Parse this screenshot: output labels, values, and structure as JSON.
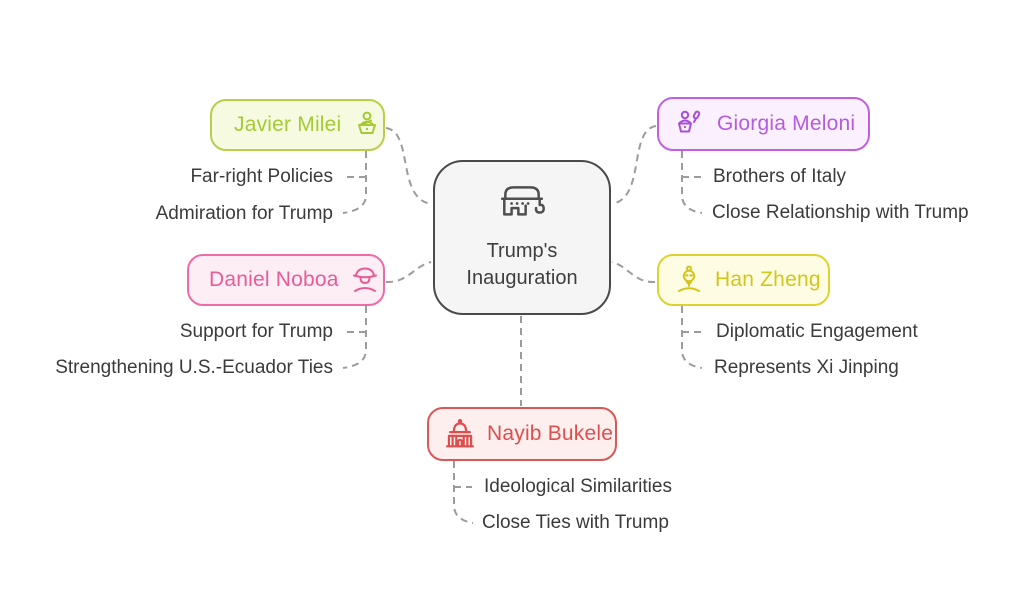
{
  "diagram": {
    "type": "mindmap",
    "center": {
      "label": "Trump's Inauguration",
      "icon": "republican-elephant-icon",
      "border_color": "#4a4a4a",
      "fill_color": "#f5f5f5",
      "text_color": "#3e3e3e"
    },
    "connector_color": "#9c9c9c",
    "subitem_text_color": "#3b3b3b",
    "branches": [
      {
        "label": "Javier Milei",
        "icon": "speaker-at-podium-icon",
        "accent": "#a6c934",
        "border": "#b7cf49",
        "fill": "#f5fae0",
        "children": [
          "Far-right Policies",
          "Admiration for Trump"
        ]
      },
      {
        "label": "Giorgia Meloni",
        "icon": "speaker-with-microphone-icon",
        "accent": "#b55bdd",
        "border": "#c45ede",
        "fill": "#fbf1fe",
        "children": [
          "Brothers of Italy",
          "Close Relationship with Trump"
        ]
      },
      {
        "label": "Daniel Noboa",
        "icon": "person-with-hat-icon",
        "accent": "#e85c96",
        "border": "#ee6ba4",
        "fill": "#fdedf5",
        "children": [
          "Support for Trump",
          "Strengthening U.S.-Ecuador Ties"
        ]
      },
      {
        "label": "Han Zheng",
        "icon": "chinese-official-icon",
        "accent": "#d2c61d",
        "border": "#ddd32f",
        "fill": "#fefce3",
        "children": [
          "Diplomatic Engagement",
          "Represents Xi Jinping"
        ]
      },
      {
        "label": "Nayib Bukele",
        "icon": "domed-palace-icon",
        "accent": "#df4e4e",
        "border": "#d95858",
        "fill": "#fdefed",
        "children": [
          "Ideological Similarities",
          "Close Ties with Trump"
        ]
      }
    ]
  }
}
